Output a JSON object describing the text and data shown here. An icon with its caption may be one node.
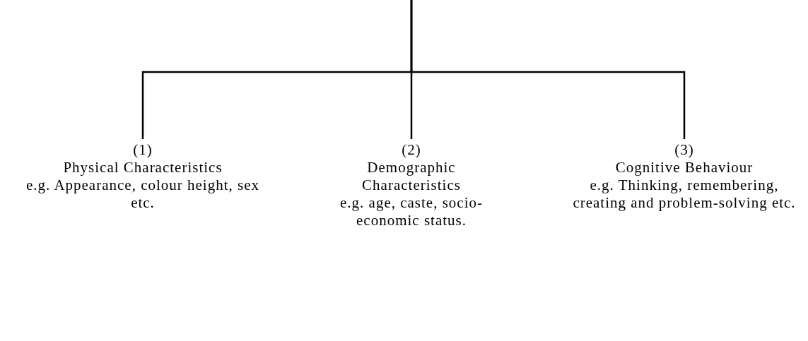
{
  "diagram": {
    "nodes": [
      {
        "text": [
          "(1)",
          "Physical Characteristics",
          "e.g. Appearance, colour height, sex etc."
        ]
      },
      {
        "text": [
          "(2)",
          "Demographic Characteristics",
          "e.g. age, caste, socio-economic status."
        ]
      },
      {
        "text": [
          "(3)",
          "Cognitive Behaviour",
          "e.g. Thinking, remembering, creating and problem-solving etc."
        ]
      }
    ],
    "edges": [
      {
        "from": null,
        "to": 0,
        "arrow": "none"
      },
      {
        "from": null,
        "to": 1,
        "arrow": "none"
      },
      {
        "from": null,
        "to": 2,
        "arrow": "none"
      }
    ]
  }
}
